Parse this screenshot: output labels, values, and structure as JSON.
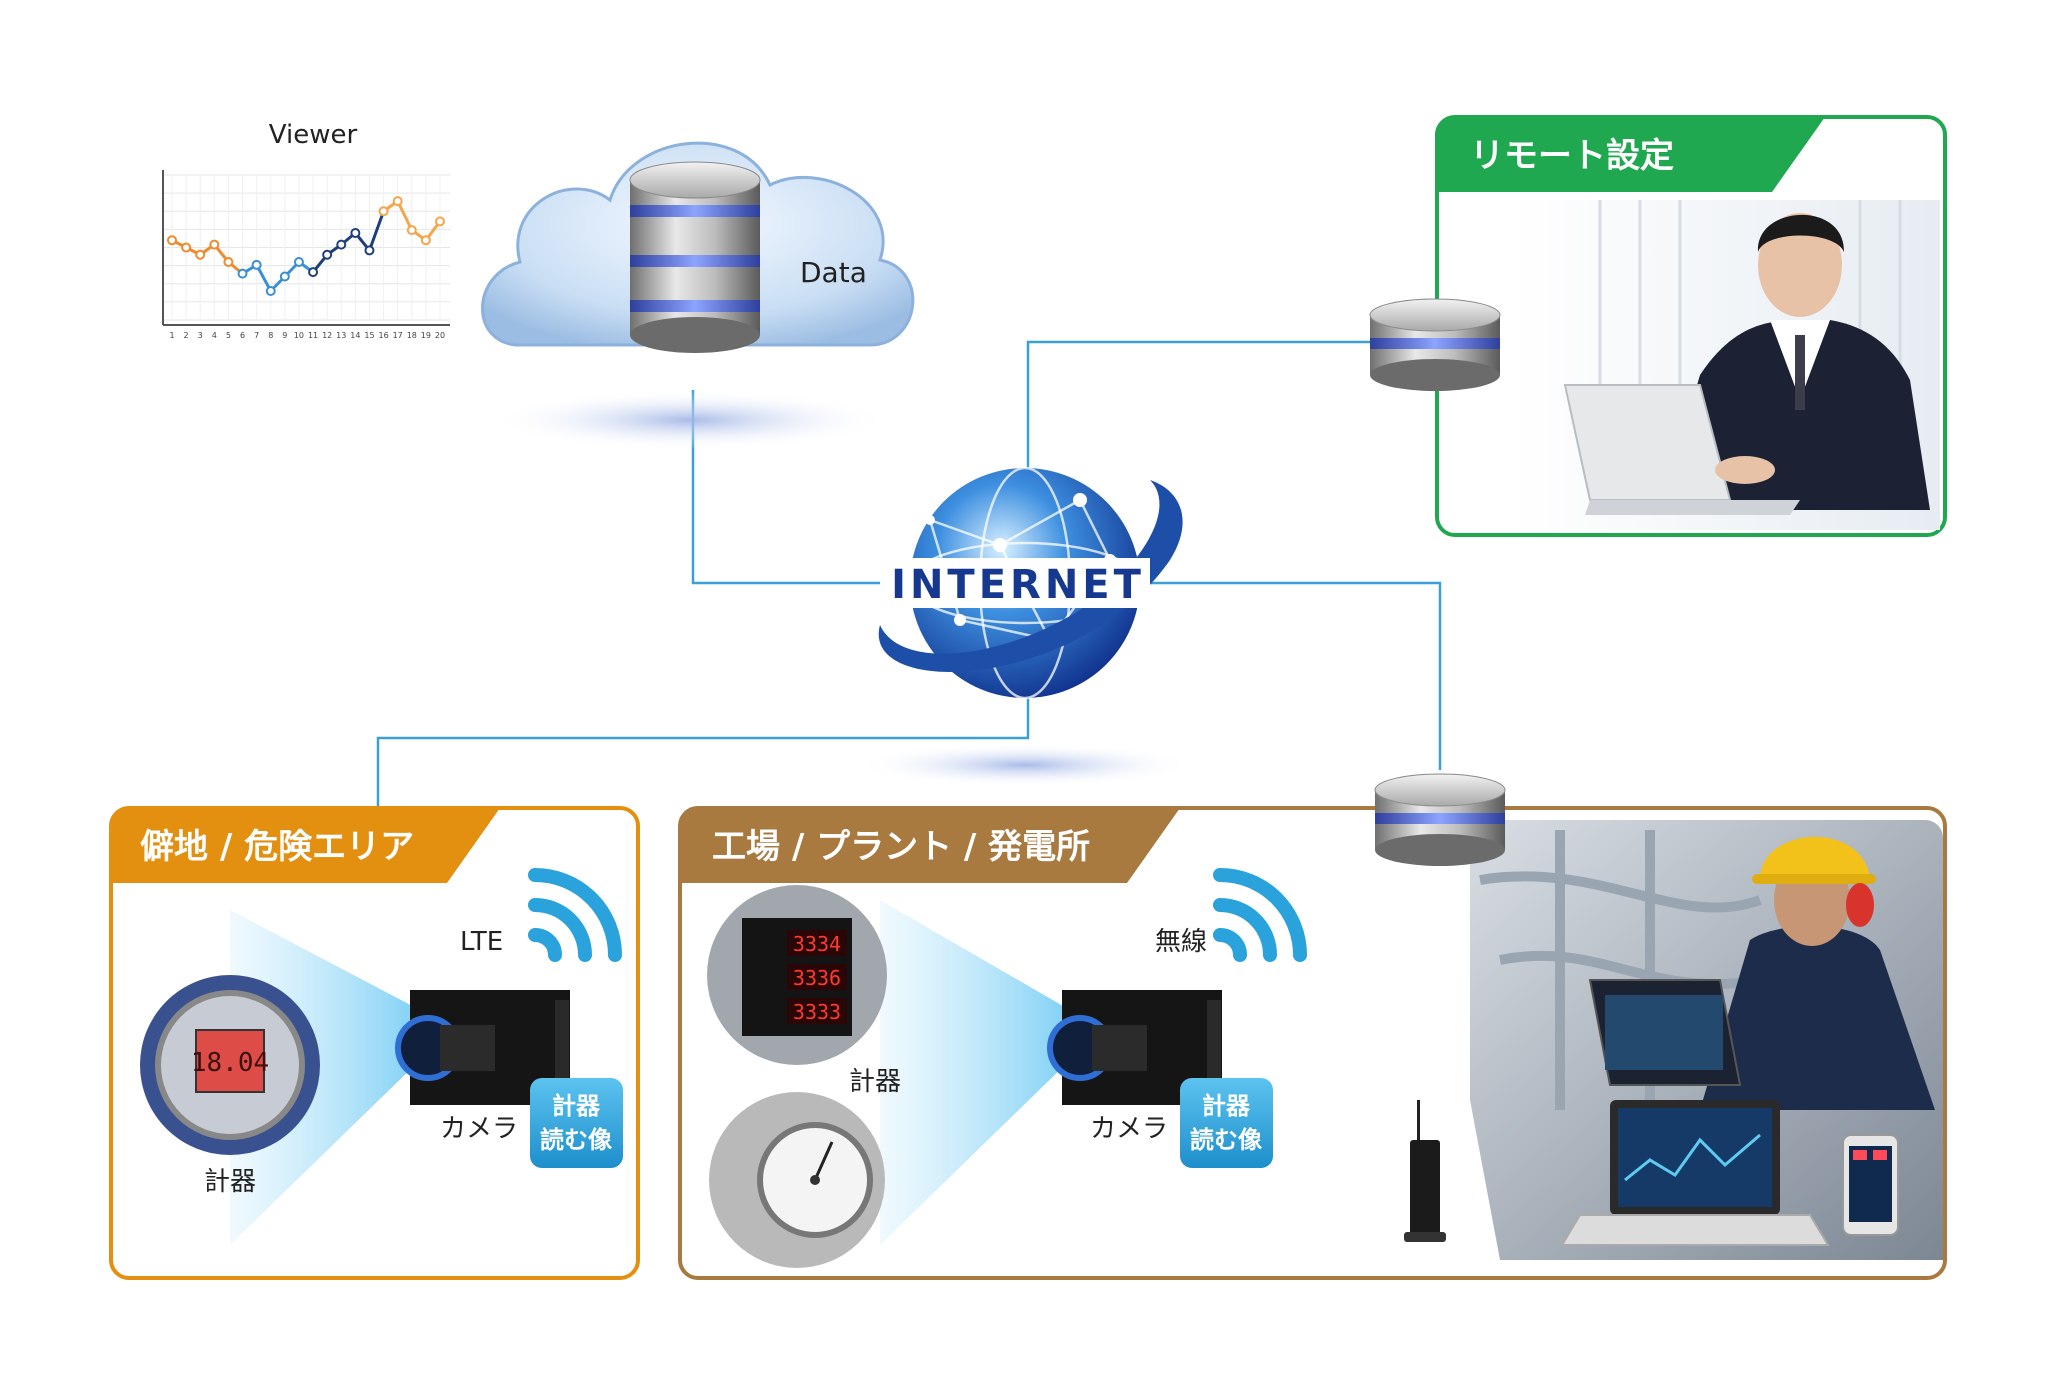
{
  "viewer": {
    "label": "Viewer",
    "chart_data": {
      "type": "line",
      "x": [
        1,
        2,
        3,
        4,
        5,
        6,
        7,
        8,
        9,
        10,
        11,
        12,
        13,
        14,
        15,
        16,
        17,
        18,
        19,
        20
      ],
      "series": [
        {
          "values": [
            55,
            50,
            45,
            52,
            40,
            32,
            38,
            20,
            30,
            40,
            33,
            45,
            52,
            60,
            48,
            75,
            82,
            62,
            55,
            68
          ]
        }
      ],
      "ylim": [
        0,
        100
      ],
      "grid": true
    }
  },
  "cloud": {
    "label": "Data"
  },
  "internet": {
    "label": "INTERNET"
  },
  "remote": {
    "title": "リモート設定"
  },
  "remote_area": {
    "title": "僻地 / 危険エリア"
  },
  "factory": {
    "title": "工場 / プラント / 発電所"
  },
  "labels": {
    "lte": "LTE",
    "wireless": "無線",
    "camera": "カメラ",
    "meter": "計器",
    "badge_line1": "計器",
    "badge_line2": "読む像"
  },
  "meter_display": "18.04",
  "panel_readings": [
    "3334",
    "3336",
    "3333"
  ],
  "colors": {
    "line": "#3aa0d8",
    "remote": "#1fa84f",
    "remote_area": "#e38f10",
    "factory": "#a87a40",
    "badge": "#2aa2dc"
  }
}
